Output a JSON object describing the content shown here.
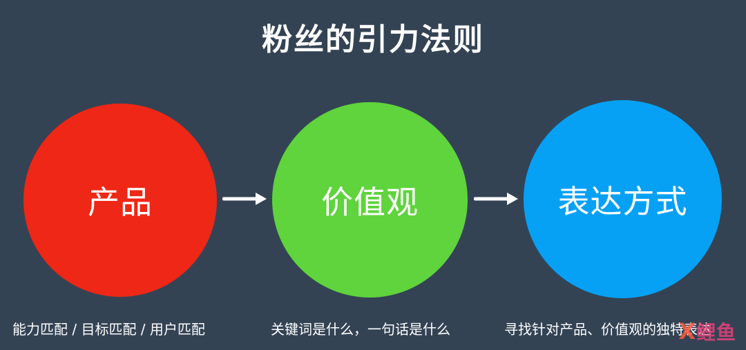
{
  "title": "粉丝的引力法则",
  "steps": [
    {
      "label": "产品",
      "caption": "能力匹配 / 目标匹配 / 用户匹配",
      "color": "#ee2716"
    },
    {
      "label": "价值观",
      "caption": "关键词是什么，一句话是什么",
      "color": "#5fd43d"
    },
    {
      "label": "表达方式",
      "caption": "寻找针对产品、价值观的独特表达",
      "color": "#06a1f5"
    }
  ],
  "watermark": {
    "mark": "X",
    "text": "鲤鱼"
  }
}
